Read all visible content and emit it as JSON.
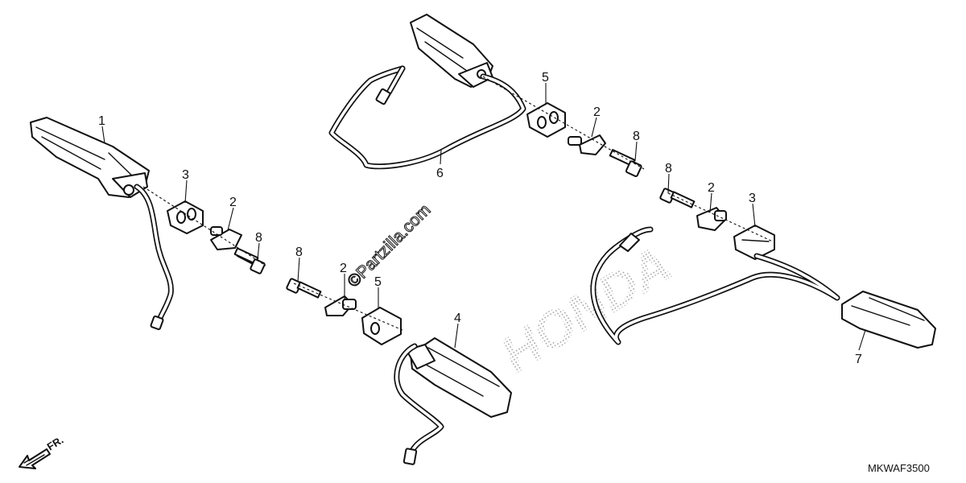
{
  "diagram": {
    "code": "MKWAF3500",
    "watermark": "©Partzilla.com",
    "background_logo": "HONDA",
    "direction_label": "FR.",
    "colors": {
      "line": "#111111",
      "background": "#ffffff"
    },
    "callouts": {
      "c1": "1",
      "c2a": "2",
      "c2b": "2",
      "c2c": "2",
      "c2d": "2",
      "c3a": "3",
      "c3b": "3",
      "c4": "4",
      "c5a": "5",
      "c5b": "5",
      "c6": "6",
      "c7": "7",
      "c8a": "8",
      "c8b": "8",
      "c8c": "8",
      "c8d": "8"
    }
  }
}
